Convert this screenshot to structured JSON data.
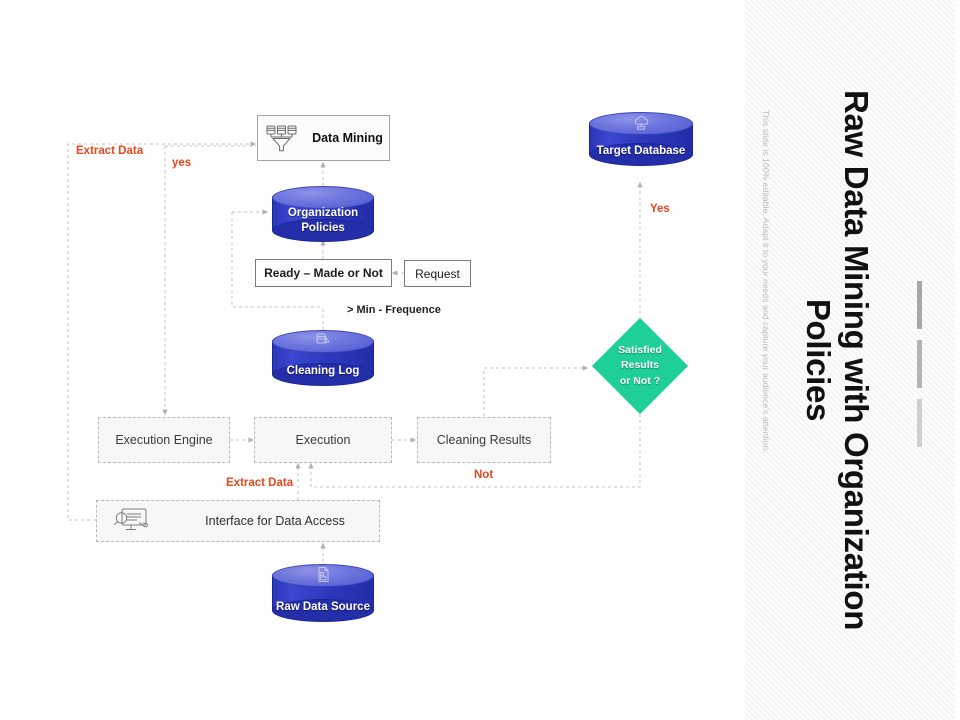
{
  "side_panel": {
    "title": "Raw Data Mining with Organization Policies",
    "subtitle": "This slide is 100% editable. Adapt it to your needs and capture your audience's attention."
  },
  "diagram": {
    "nodes": {
      "data_mining": {
        "label": "Data Mining",
        "icon": "data-mining-funnel-icon"
      },
      "organization_policies": {
        "label_line1": "Organization",
        "label_line2": "Policies",
        "icon": "database-cylinder-icon"
      },
      "ready_made_or_not": {
        "label": "Ready – Made or Not"
      },
      "request": {
        "label": "Request"
      },
      "cleaning_log": {
        "label": "Cleaning Log",
        "icon": "log-cylinder-icon"
      },
      "execution_engine": {
        "label": "Execution Engine"
      },
      "execution": {
        "label": "Execution"
      },
      "cleaning_results": {
        "label": "Cleaning Results"
      },
      "target_database": {
        "label": "Target Database",
        "icon": "cloud-database-icon"
      },
      "satisfied_results": {
        "line1": "Satisfied",
        "line2": "Results",
        "line3": "or Not ?"
      },
      "interface_for_data_access": {
        "label": "Interface for Data Access",
        "icon": "monitor-search-icon"
      },
      "raw_data_source": {
        "label": "Raw Data Source",
        "icon": "file-data-icon"
      }
    },
    "edge_labels": {
      "extract_data_top": "Extract Data",
      "yes_lower": "yes",
      "min_frequence": "> Min - Frequence",
      "yes_upper": "Yes",
      "not": "Not",
      "extract_data_bottom": "Extract Data"
    },
    "colors": {
      "accent_red": "#e2491f",
      "cylinder_blue": "#2d38bd",
      "cylinder_top": "#6c74dd",
      "diamond_green": "#1ecf97",
      "box_border": "#b9b9b9",
      "box_fill": "#f7f7f7"
    }
  }
}
